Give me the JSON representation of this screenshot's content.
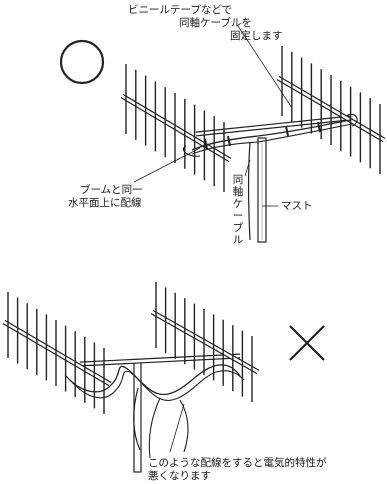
{
  "top_figure": {
    "note_tape_line1": "ビニールテープなどで",
    "note_tape_line2": "同軸ケーブルを",
    "note_tape_line3": "固定します",
    "boom_note_line1": "ブームと同一",
    "boom_note_line2": "水平面上に配線",
    "coax_vertical": "同軸ケーブル",
    "mast_label": "マスト",
    "verdict": "correct"
  },
  "bottom_figure": {
    "warning_line1": "このような配線をすると電気的特性が",
    "warning_line2": "悪くなります",
    "verdict": "incorrect"
  }
}
